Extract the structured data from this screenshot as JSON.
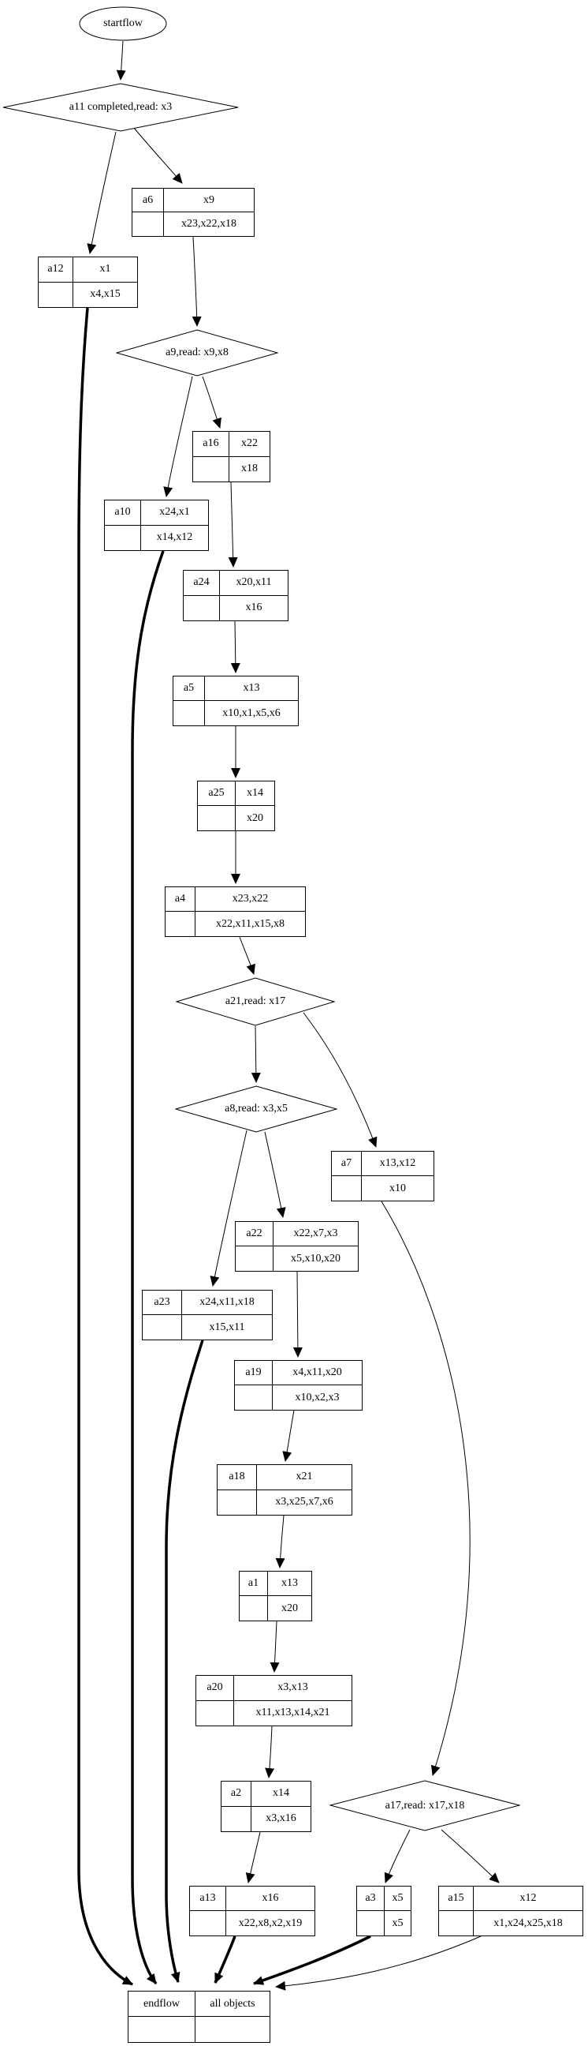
{
  "diagram": {
    "accent_color": "#000000",
    "background_color": "#ffffff",
    "nodes": {
      "startflow": {
        "label": "startflow",
        "type": "ellipse"
      },
      "a11": {
        "label": "a11 completed,read: x3",
        "type": "diamond"
      },
      "a6": {
        "id": "a6",
        "top": "x9",
        "bottom": "x23,x22,x18",
        "type": "record"
      },
      "a12": {
        "id": "a12",
        "top": "x1",
        "bottom": "x4,x15",
        "type": "record"
      },
      "a9": {
        "label": "a9,read: x9,x8",
        "type": "diamond"
      },
      "a16": {
        "id": "a16",
        "top": "x22",
        "bottom": "x18",
        "type": "record"
      },
      "a10": {
        "id": "a10",
        "top": "x24,x1",
        "bottom": "x14,x12",
        "type": "record"
      },
      "a24": {
        "id": "a24",
        "top": "x20,x11",
        "bottom": "x16",
        "type": "record"
      },
      "a5": {
        "id": "a5",
        "top": "x13",
        "bottom": "x10,x1,x5,x6",
        "type": "record"
      },
      "a25": {
        "id": "a25",
        "top": "x14",
        "bottom": "x20",
        "type": "record"
      },
      "a4": {
        "id": "a4",
        "top": "x23,x22",
        "bottom": "x22,x11,x15,x8",
        "type": "record"
      },
      "a21": {
        "label": "a21,read: x17",
        "type": "diamond"
      },
      "a8": {
        "label": "a8,read: x3,x5",
        "type": "diamond"
      },
      "a7": {
        "id": "a7",
        "top": "x13,x12",
        "bottom": "x10",
        "type": "record"
      },
      "a22": {
        "id": "a22",
        "top": "x22,x7,x3",
        "bottom": "x5,x10,x20",
        "type": "record"
      },
      "a23": {
        "id": "a23",
        "top": "x24,x11,x18",
        "bottom": "x15,x11",
        "type": "record"
      },
      "a19": {
        "id": "a19",
        "top": "x4,x11,x20",
        "bottom": "x10,x2,x3",
        "type": "record"
      },
      "a18": {
        "id": "a18",
        "top": "x21",
        "bottom": "x3,x25,x7,x6",
        "type": "record"
      },
      "a1": {
        "id": "a1",
        "top": "x13",
        "bottom": "x20",
        "type": "record"
      },
      "a20": {
        "id": "a20",
        "top": "x3,x13",
        "bottom": "x11,x13,x14,x21",
        "type": "record"
      },
      "a2": {
        "id": "a2",
        "top": "x14",
        "bottom": "x3,x16",
        "type": "record"
      },
      "a17": {
        "label": "a17,read: x17,x18",
        "type": "diamond"
      },
      "a13": {
        "id": "a13",
        "top": "x16",
        "bottom": "x22,x8,x2,x19",
        "type": "record"
      },
      "a3": {
        "id": "a3",
        "top": "x5",
        "bottom": "x5",
        "type": "record"
      },
      "a15": {
        "id": "a15",
        "top": "x12",
        "bottom": "x1,x24,x25,x18",
        "type": "record"
      },
      "endflow": {
        "id": "endflow",
        "top": "all objects",
        "bottom": "",
        "type": "record"
      }
    },
    "edges": [
      {
        "from": "startflow",
        "to": "a11"
      },
      {
        "from": "a11",
        "to": "a6"
      },
      {
        "from": "a11",
        "to": "a12"
      },
      {
        "from": "a6",
        "to": "a9"
      },
      {
        "from": "a9",
        "to": "a16"
      },
      {
        "from": "a9",
        "to": "a10"
      },
      {
        "from": "a16",
        "to": "a24"
      },
      {
        "from": "a24",
        "to": "a5"
      },
      {
        "from": "a5",
        "to": "a25"
      },
      {
        "from": "a25",
        "to": "a4"
      },
      {
        "from": "a4",
        "to": "a21"
      },
      {
        "from": "a21",
        "to": "a8"
      },
      {
        "from": "a21",
        "to": "a7"
      },
      {
        "from": "a8",
        "to": "a22"
      },
      {
        "from": "a8",
        "to": "a23"
      },
      {
        "from": "a22",
        "to": "a19"
      },
      {
        "from": "a19",
        "to": "a18"
      },
      {
        "from": "a18",
        "to": "a1"
      },
      {
        "from": "a1",
        "to": "a20"
      },
      {
        "from": "a20",
        "to": "a2"
      },
      {
        "from": "a2",
        "to": "a13"
      },
      {
        "from": "a7",
        "to": "a17"
      },
      {
        "from": "a17",
        "to": "a3"
      },
      {
        "from": "a17",
        "to": "a15"
      },
      {
        "from": "a12",
        "to": "endflow",
        "bold": true
      },
      {
        "from": "a10",
        "to": "endflow",
        "bold": true
      },
      {
        "from": "a23",
        "to": "endflow",
        "bold": true
      },
      {
        "from": "a13",
        "to": "endflow",
        "bold": true
      },
      {
        "from": "a3",
        "to": "endflow",
        "bold": true
      },
      {
        "from": "a15",
        "to": "endflow",
        "bold": false
      }
    ]
  }
}
